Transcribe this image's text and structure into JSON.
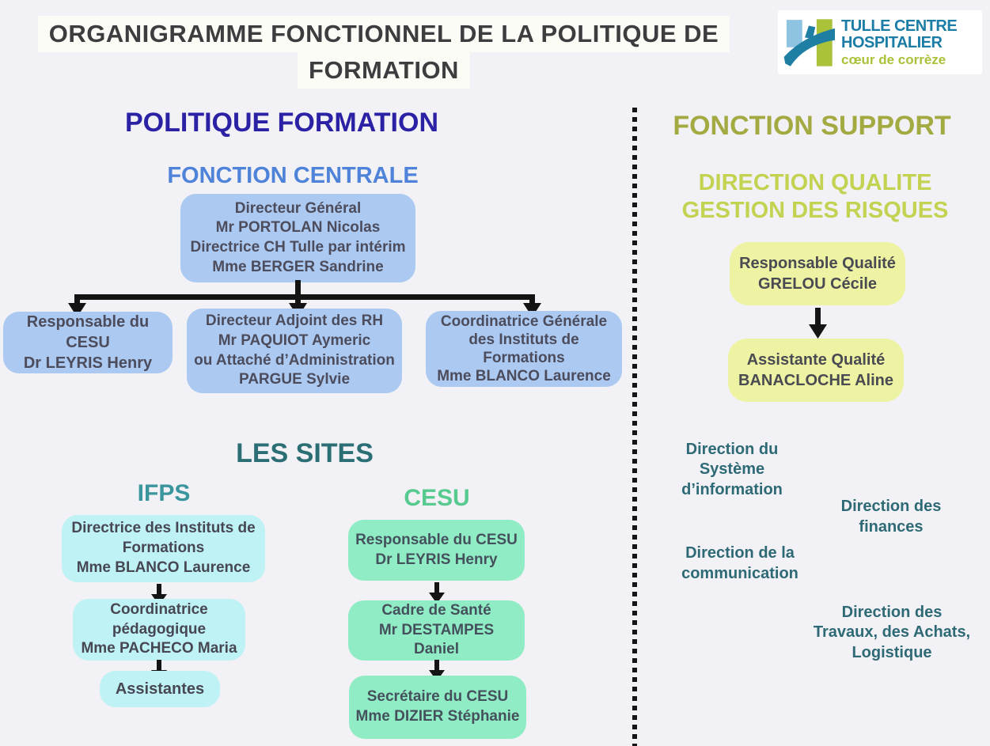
{
  "header": {
    "title_line1": "ORGANIGRAMME FONCTIONNEL DE LA POLITIQUE DE",
    "title_line2": "FORMATION",
    "logo": {
      "line1": "TULLE CENTRE",
      "line2": "HOSPITALIER",
      "tagline": "cœur de corrèze"
    }
  },
  "left": {
    "section_title": "POLITIQUE FORMATION",
    "central": {
      "heading": "FONCTION CENTRALE",
      "root": {
        "text": "Directeur Général\nMr PORTOLAN Nicolas\nDirectrice CH Tulle par intérim\nMme BERGER Sandrine"
      },
      "children": [
        {
          "text": "Responsable du CESU\nDr LEYRIS Henry"
        },
        {
          "text": "Directeur Adjoint des RH\nMr PAQUIOT Aymeric\nou Attaché d’Administration\nPARGUE Sylvie"
        },
        {
          "text": "Coordinatrice Générale\ndes Instituts de\nFormations\nMme BLANCO Laurence"
        }
      ]
    },
    "sites": {
      "heading": "LES SITES",
      "ifps": {
        "heading": "IFPS",
        "boxes": [
          {
            "text": "Directrice des Instituts de\nFormations\nMme BLANCO Laurence"
          },
          {
            "text": "Coordinatrice\npédagogique\nMme PACHECO Maria"
          },
          {
            "text": "Assistantes"
          }
        ]
      },
      "cesu": {
        "heading": "CESU",
        "boxes": [
          {
            "text": "Responsable du CESU\nDr LEYRIS Henry"
          },
          {
            "text": "Cadre de Santé\nMr DESTAMPES Daniel"
          },
          {
            "text": "Secrétaire du CESU\nMme DIZIER Stéphanie"
          }
        ]
      }
    }
  },
  "right": {
    "section_title": "FONCTION SUPPORT",
    "quality": {
      "heading": "DIRECTION QUALITE\nGESTION DES RISQUES",
      "boxes": [
        {
          "text": "Responsable Qualité\nGRELOU Cécile"
        },
        {
          "text": "Assistante Qualité\nBANACLOCHE Aline"
        }
      ]
    },
    "directions": [
      {
        "text": "Direction du\nSystème\nd’information",
        "color": "#ddd0e2"
      },
      {
        "text": "Direction des\nfinances",
        "color": "#e8cdb4"
      },
      {
        "text": "Direction de la\ncommunication",
        "color": "#f8d2ca"
      },
      {
        "text": "Direction des\nTravaux, des Achats,\nLogistique",
        "color": "#dcb4d7"
      }
    ]
  },
  "colors": {
    "page_background": "#f2f1f5",
    "title_text": "#3d3d40",
    "politique_heading": "#2b21a5",
    "centrale_heading": "#4e83d9",
    "sites_heading": "#2b6e74",
    "ifps_heading": "#3a959d",
    "cesu_heading": "#57cb8f",
    "support_heading": "#a3aa41",
    "qualite_heading": "#c3d251",
    "blue_box": "#abc9f1",
    "cyan_box": "#bff2f4",
    "mint_box": "#90ecc5",
    "yellow_box": "#edf3a3",
    "arrow": "#141414",
    "logo_teal": "#1b7ca6",
    "logo_green": "#a9c23a"
  }
}
